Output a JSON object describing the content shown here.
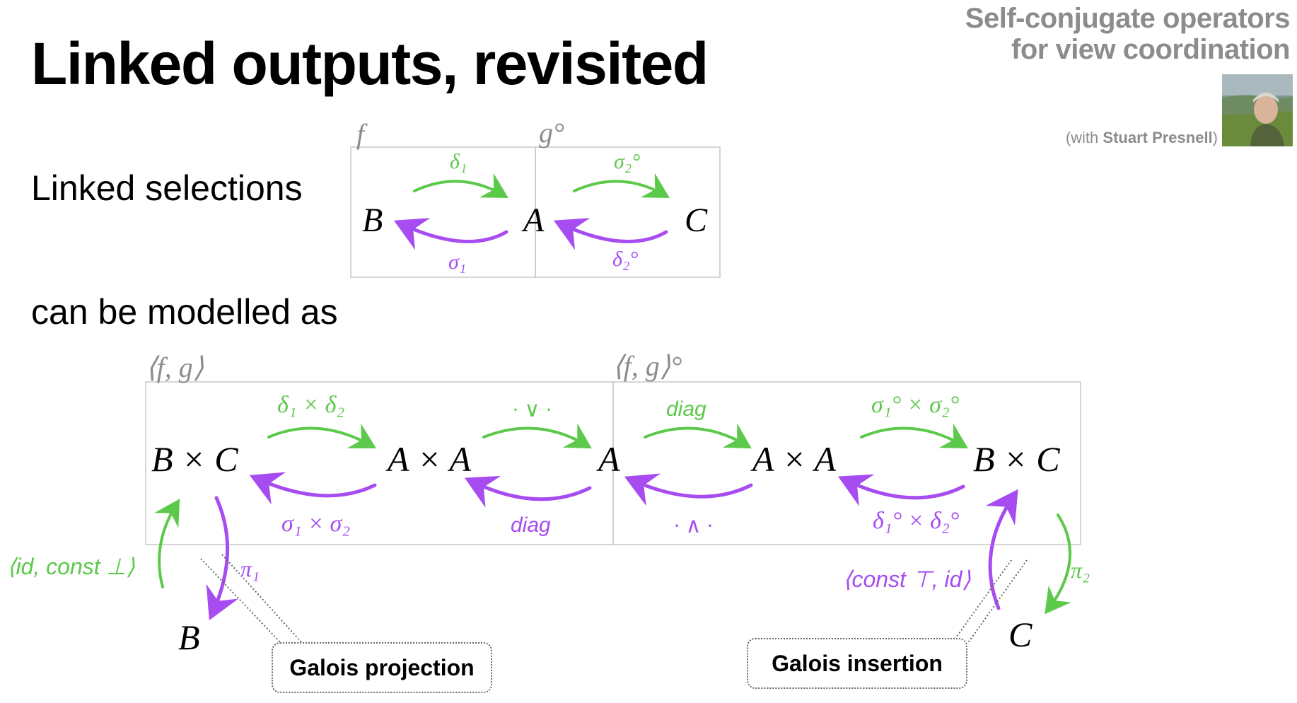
{
  "slide": {
    "title": "Linked outputs, revisited",
    "corner_title_line1": "Self-conjugate operators",
    "corner_title_line2": "for view coordination",
    "credit_prefix": "(with ",
    "credit_name": "Stuart Presnell",
    "credit_suffix": ")",
    "line1": "Linked selections",
    "line2": "can be modelled as"
  },
  "top_diagram": {
    "box_left_label": "f",
    "box_right_label": "g°",
    "nodes": [
      "B",
      "A",
      "C"
    ],
    "arrows": {
      "left_top": "δ₁",
      "left_bottom": "σ₁",
      "right_top": "σ₂°",
      "right_bottom": "δ₂°"
    }
  },
  "bottom_diagram": {
    "box_left_label": "⟨f, g⟩",
    "box_right_label": "⟨f, g⟩°",
    "nodes": [
      "B × C",
      "A × A",
      "A",
      "A × A",
      "B × C"
    ],
    "arrows": {
      "a1_top": "δ₁ × δ₂",
      "a1_bottom": "σ₁ × σ₂",
      "a2_top": "· ∨ ·",
      "a2_bottom": "diag",
      "a3_top": "diag",
      "a3_bottom": "· ∧ ·",
      "a4_top": "σ₁° × σ₂°",
      "a4_bottom": "δ₁° × δ₂°"
    },
    "outer_nodes": {
      "left": "B",
      "right": "C"
    },
    "side_arrows": {
      "left_up": "⟨id, const ⊥⟩",
      "left_down": "π₁",
      "right_up": "⟨const ⊤, id⟩",
      "right_down": "π₂"
    },
    "callouts": {
      "projection": "Galois projection",
      "insertion": "Galois insertion"
    }
  },
  "colors": {
    "green": "#5cc94a",
    "purple": "#a64cf0",
    "grey_text": "#8c8c8c",
    "box_border": "#c8c8c8"
  }
}
